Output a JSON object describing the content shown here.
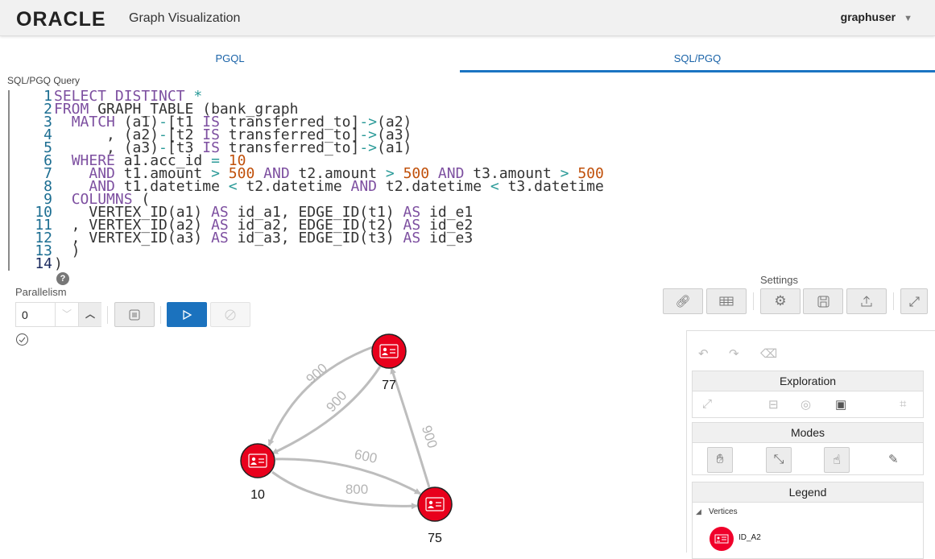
{
  "header": {
    "logo": "ORACLE",
    "title": "Graph Visualization",
    "user": "graphuser"
  },
  "tabs": [
    {
      "label": "PGQL",
      "active": false
    },
    {
      "label": "SQL/PGQ",
      "active": true
    }
  ],
  "query": {
    "label": "SQL/PGQ Query",
    "lines": [
      [
        [
          "k",
          "SELECT DISTINCT "
        ],
        [
          "o",
          "*"
        ]
      ],
      [
        [
          "k",
          "FROM "
        ],
        [
          "t",
          "GRAPH_TABLE (bank_graph"
        ]
      ],
      [
        [
          "t",
          "  "
        ],
        [
          "k",
          "MATCH "
        ],
        [
          "t",
          "(a1)"
        ],
        [
          "o",
          "-"
        ],
        [
          "t",
          "[t1 "
        ],
        [
          "k",
          "IS "
        ],
        [
          "t",
          "transferred_to]"
        ],
        [
          "o",
          "->"
        ],
        [
          "t",
          "(a2)"
        ]
      ],
      [
        [
          "t",
          "      , (a2)"
        ],
        [
          "o",
          "-"
        ],
        [
          "t",
          "[t2 "
        ],
        [
          "k",
          "IS "
        ],
        [
          "t",
          "transferred_to]"
        ],
        [
          "o",
          "->"
        ],
        [
          "t",
          "(a3)"
        ]
      ],
      [
        [
          "t",
          "      , (a3)"
        ],
        [
          "o",
          "-"
        ],
        [
          "t",
          "[t3 "
        ],
        [
          "k",
          "IS "
        ],
        [
          "t",
          "transferred_to]"
        ],
        [
          "o",
          "->"
        ],
        [
          "t",
          "(a1)"
        ]
      ],
      [
        [
          "t",
          "  "
        ],
        [
          "k",
          "WHERE "
        ],
        [
          "t",
          "a1.acc_id "
        ],
        [
          "o",
          "= "
        ],
        [
          "n",
          "10"
        ]
      ],
      [
        [
          "t",
          "    "
        ],
        [
          "k",
          "AND "
        ],
        [
          "t",
          "t1.amount "
        ],
        [
          "o",
          "> "
        ],
        [
          "n",
          "500 "
        ],
        [
          "k",
          "AND "
        ],
        [
          "t",
          "t2.amount "
        ],
        [
          "o",
          "> "
        ],
        [
          "n",
          "500 "
        ],
        [
          "k",
          "AND "
        ],
        [
          "t",
          "t3.amount "
        ],
        [
          "o",
          "> "
        ],
        [
          "n",
          "500"
        ]
      ],
      [
        [
          "t",
          "    "
        ],
        [
          "k",
          "AND "
        ],
        [
          "t",
          "t1.datetime "
        ],
        [
          "o",
          "< "
        ],
        [
          "t",
          "t2.datetime "
        ],
        [
          "k",
          "AND "
        ],
        [
          "t",
          "t2.datetime "
        ],
        [
          "o",
          "< "
        ],
        [
          "t",
          "t3.datetime"
        ]
      ],
      [
        [
          "t",
          "  "
        ],
        [
          "k",
          "COLUMNS "
        ],
        [
          "t",
          "("
        ]
      ],
      [
        [
          "t",
          "    VERTEX_ID(a1) "
        ],
        [
          "k",
          "AS "
        ],
        [
          "t",
          "id_a1, EDGE_ID(t1) "
        ],
        [
          "k",
          "AS "
        ],
        [
          "t",
          "id_e1"
        ]
      ],
      [
        [
          "t",
          "  , VERTEX_ID(a2) "
        ],
        [
          "k",
          "AS "
        ],
        [
          "t",
          "id_a2, EDGE_ID(t2) "
        ],
        [
          "k",
          "AS "
        ],
        [
          "t",
          "id_e2"
        ]
      ],
      [
        [
          "t",
          "  , VERTEX_ID(a3) "
        ],
        [
          "k",
          "AS "
        ],
        [
          "t",
          "id_a3, EDGE_ID(t3) "
        ],
        [
          "k",
          "AS "
        ],
        [
          "t",
          "id_e3"
        ]
      ],
      [
        [
          "t",
          "  )"
        ]
      ],
      [
        [
          "t",
          ")"
        ]
      ]
    ]
  },
  "controls": {
    "help": "?",
    "parallelism_label": "Parallelism",
    "parallelism_value": "0",
    "settings_label": "Settings"
  },
  "panel": {
    "exploration": "Exploration",
    "modes": "Modes",
    "legend": "Legend",
    "vertices": "Vertices",
    "legend_item": "ID_A2"
  },
  "graph": {
    "node_color": "#e8001c",
    "edge_color": "#bdbdbd",
    "nodes": [
      {
        "id": "77",
        "label": "77"
      },
      {
        "id": "10",
        "label": "10"
      },
      {
        "id": "75",
        "label": "75"
      }
    ],
    "edges": [
      {
        "from": "77",
        "to": "10",
        "label": "900"
      },
      {
        "from": "77",
        "to": "10",
        "label": "900"
      },
      {
        "from": "10",
        "to": "75",
        "label": "600"
      },
      {
        "from": "10",
        "to": "75",
        "label": "800"
      },
      {
        "from": "75",
        "to": "77",
        "label": "900"
      }
    ]
  }
}
